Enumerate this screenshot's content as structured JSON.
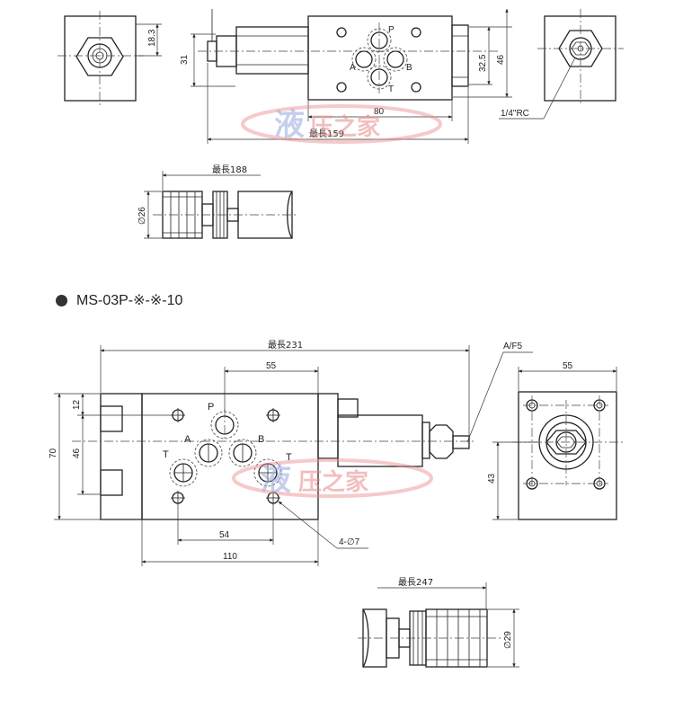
{
  "heading": {
    "model": "MS-03P-※-※-10"
  },
  "watermark": {
    "text_1": "液",
    "text_2": "压之家"
  },
  "top_section": {
    "dim_18_3": "18.3",
    "dim_31": "31",
    "dim_32_5": "32.5",
    "dim_46": "46",
    "dim_80": "80",
    "dim_max159": "最長159",
    "dim_max188": "最長188",
    "dim_dia26": "∅26",
    "port_label_rc": "1/4\"RC",
    "port_P": "P",
    "port_A": "A",
    "port_B": "B",
    "port_T": "T"
  },
  "bottom_section": {
    "dim_max231": "最長231",
    "dim_55_top": "55",
    "dim_55_side": "55",
    "dim_12": "12",
    "dim_70": "70",
    "dim_46": "46",
    "dim_43": "43",
    "dim_54": "54",
    "dim_110": "110",
    "dim_4x7": "4-∅7",
    "dim_af5": "A/F5",
    "dim_max247": "最長247",
    "dim_dia29": "∅29",
    "port_P": "P",
    "port_A": "A",
    "port_B": "B",
    "port_T_left": "T",
    "port_T_right": "T"
  },
  "colors": {
    "line": "#222222",
    "watermark_red": "#e98a8a",
    "watermark_blue": "#9fb0e0"
  }
}
